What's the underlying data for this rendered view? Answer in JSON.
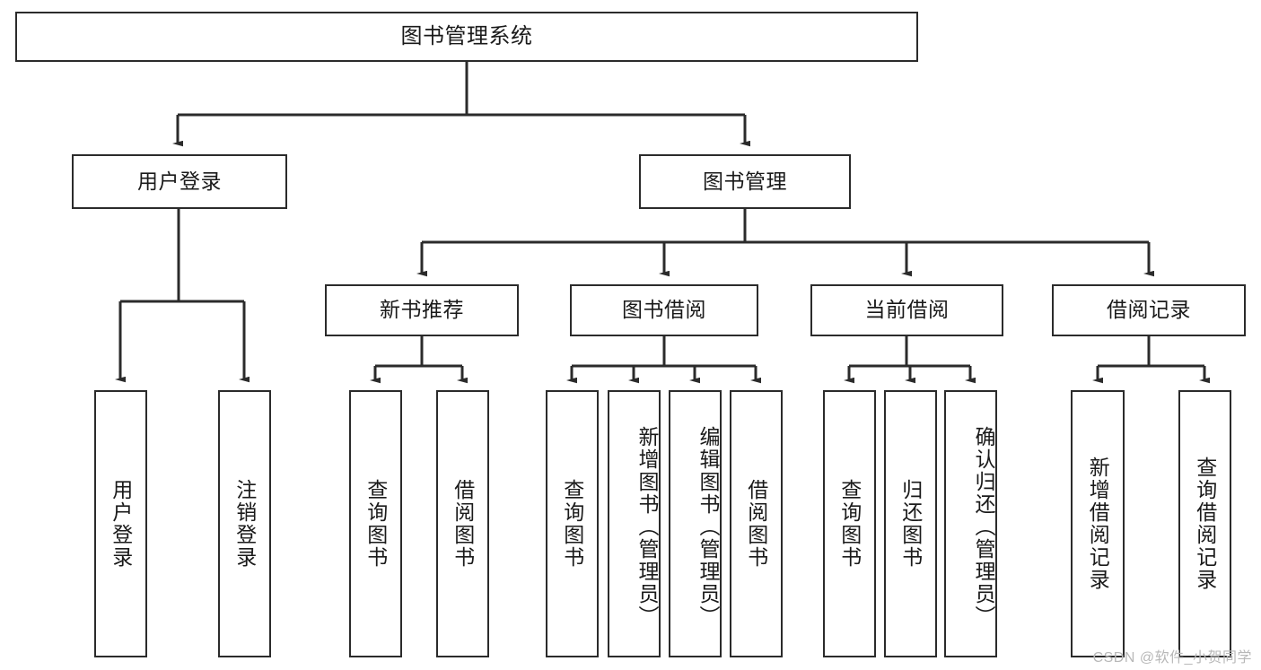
{
  "diagram": {
    "title": "图书管理系统",
    "type": "tree-hierarchy",
    "root": {
      "label": "图书管理系统"
    },
    "level2": [
      {
        "label": "用户登录"
      },
      {
        "label": "图书管理"
      }
    ],
    "level3": [
      {
        "label": "新书推荐"
      },
      {
        "label": "图书借阅"
      },
      {
        "label": "当前借阅"
      },
      {
        "label": "借阅记录"
      }
    ],
    "leaves": {
      "user_login": [
        {
          "label": "用户登录"
        },
        {
          "label": "注销登录"
        }
      ],
      "new_book_recommend": [
        {
          "label": "查询图书"
        },
        {
          "label": "借阅图书"
        }
      ],
      "book_borrow": [
        {
          "label": "查询图书"
        },
        {
          "label": "新增图书（管理员）"
        },
        {
          "label": "编辑图书（管理员）"
        },
        {
          "label": "借阅图书"
        }
      ],
      "current_borrow": [
        {
          "label": "查询图书"
        },
        {
          "label": "归还图书"
        },
        {
          "label": "确认归还（管理员）"
        }
      ],
      "borrow_record": [
        {
          "label": "新增借阅记录"
        },
        {
          "label": "查询借阅记录"
        }
      ]
    }
  },
  "watermark": {
    "text": "CSDN @软件_小贺同学"
  },
  "colors": {
    "stroke": "#2b2b2b",
    "background": "#ffffff",
    "text": "#1a1a1a",
    "watermark": "#b8b8b8"
  }
}
